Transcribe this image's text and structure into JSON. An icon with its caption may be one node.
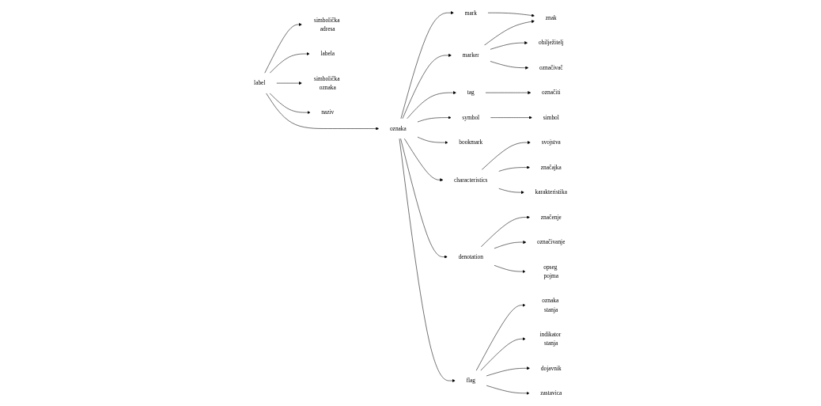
{
  "diagram": {
    "nodes": [
      {
        "text": [
          "label"
        ]
      },
      {
        "text": [
          "oznaka"
        ]
      },
      {
        "text": [
          "simbolička adresa"
        ]
      },
      {
        "text": [
          "labela"
        ]
      },
      {
        "text": [
          "simbolička oznaka"
        ]
      },
      {
        "text": [
          "naziv"
        ]
      },
      {
        "text": [
          "mark"
        ]
      },
      {
        "text": [
          "marker"
        ]
      },
      {
        "text": [
          "tag"
        ]
      },
      {
        "text": [
          "symbol"
        ]
      },
      {
        "text": [
          "bookmark"
        ]
      },
      {
        "text": [
          "characteristics"
        ]
      },
      {
        "text": [
          "denotation"
        ]
      },
      {
        "text": [
          "flag"
        ]
      },
      {
        "text": [
          "znak"
        ]
      },
      {
        "text": [
          "obilježitelj"
        ]
      },
      {
        "text": [
          "označivač"
        ]
      },
      {
        "text": [
          "označiti"
        ]
      },
      {
        "text": [
          "simbol"
        ]
      },
      {
        "text": [
          "svojstva"
        ]
      },
      {
        "text": [
          "značajka"
        ]
      },
      {
        "text": [
          "karakteristika"
        ]
      },
      {
        "text": [
          "značenje"
        ]
      },
      {
        "text": [
          "označivanje"
        ]
      },
      {
        "text": [
          "opseg pojma"
        ]
      },
      {
        "text": [
          "oznaka stanja"
        ]
      },
      {
        "text": [
          "indikator stanja"
        ]
      },
      {
        "text": [
          "dojavnik"
        ]
      },
      {
        "text": [
          "zastavica"
        ]
      }
    ],
    "edges": [
      {
        "from": 0,
        "to": 1,
        "arrow": "to"
      },
      {
        "from": 0,
        "to": 2,
        "arrow": "to"
      },
      {
        "from": 0,
        "to": 3,
        "arrow": "to"
      },
      {
        "from": 0,
        "to": 4,
        "arrow": "to"
      },
      {
        "from": 0,
        "to": 5,
        "arrow": "to"
      },
      {
        "from": 1,
        "to": 6,
        "arrow": "to"
      },
      {
        "from": 1,
        "to": 7,
        "arrow": "to"
      },
      {
        "from": 1,
        "to": 8,
        "arrow": "to"
      },
      {
        "from": 1,
        "to": 9,
        "arrow": "to"
      },
      {
        "from": 1,
        "to": 10,
        "arrow": "to"
      },
      {
        "from": 1,
        "to": 11,
        "arrow": "to"
      },
      {
        "from": 1,
        "to": 12,
        "arrow": "to"
      },
      {
        "from": 1,
        "to": 13,
        "arrow": "to"
      },
      {
        "from": 6,
        "to": 14,
        "arrow": "to"
      },
      {
        "from": 7,
        "to": 14,
        "arrow": "to"
      },
      {
        "from": 7,
        "to": 15,
        "arrow": "to"
      },
      {
        "from": 7,
        "to": 16,
        "arrow": "to"
      },
      {
        "from": 8,
        "to": 17,
        "arrow": "to"
      },
      {
        "from": 9,
        "to": 18,
        "arrow": "to"
      },
      {
        "from": 11,
        "to": 19,
        "arrow": "to"
      },
      {
        "from": 11,
        "to": 20,
        "arrow": "to"
      },
      {
        "from": 11,
        "to": 21,
        "arrow": "to"
      },
      {
        "from": 12,
        "to": 22,
        "arrow": "to"
      },
      {
        "from": 12,
        "to": 23,
        "arrow": "to"
      },
      {
        "from": 12,
        "to": 24,
        "arrow": "to"
      },
      {
        "from": 13,
        "to": 25,
        "arrow": "to"
      },
      {
        "from": 13,
        "to": 26,
        "arrow": "to"
      },
      {
        "from": 13,
        "to": 27,
        "arrow": "to"
      },
      {
        "from": 13,
        "to": 28,
        "arrow": "to"
      }
    ]
  }
}
